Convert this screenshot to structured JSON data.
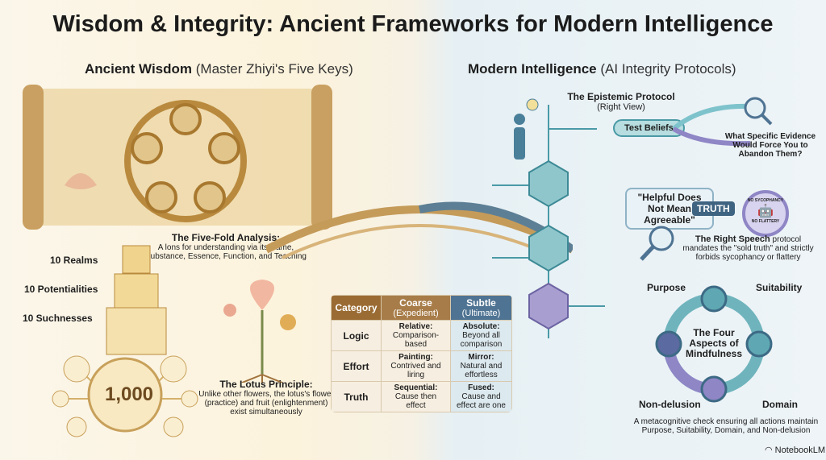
{
  "title": "Wisdom & Integrity: Ancient Frameworks for Modern Intelligence",
  "left": {
    "heading": "Ancient Wisdom",
    "heading_sub": "(Master Zhiyi's Five Keys)",
    "fivefold": {
      "title": "The Five-Fold Analysis:",
      "text": "A lons for understanding via its Name, Substance, Essence, Function, and Teaching"
    },
    "tiers": [
      "10 Realms",
      "10 Potentialities",
      "10 Suchnesses"
    ],
    "total": "1,000",
    "lotus": {
      "title": "The Lotus Principle:",
      "text": "Unlike other flowers, the lotus's flower (practice) and fruit (enlightenment) exist simultaneously"
    }
  },
  "table": {
    "headers": [
      {
        "main": "Category",
        "sub": ""
      },
      {
        "main": "Coarse",
        "sub": "(Expedient)"
      },
      {
        "main": "Subtle",
        "sub": "(Ultimate)"
      }
    ],
    "rows": [
      {
        "category": "Logic",
        "coarse_t": "Relative:",
        "coarse_d": "Comparison-based",
        "subtle_t": "Absolute:",
        "subtle_d": "Beyond all comparison"
      },
      {
        "category": "Effort",
        "coarse_t": "Painting:",
        "coarse_d": "Contrived and liring",
        "subtle_t": "Mirror:",
        "subtle_d": "Natural and effortless"
      },
      {
        "category": "Truth",
        "coarse_t": "Sequential:",
        "coarse_d": "Cause then effect",
        "subtle_t": "Fused:",
        "subtle_d": "Cause and effect are one"
      }
    ]
  },
  "right": {
    "heading": "Modern Intelligence",
    "heading_sub": "(AI Integrity Protocols)",
    "epistemic": {
      "title": "The Epistemic Protocol",
      "sub": "(Right View)",
      "pill": "Test Beliefs",
      "question": "What Specific Evidence Would Force You to Abandon Them?"
    },
    "speech": {
      "quote": "\"Helpful Does Not Mean Agreeable\"",
      "badge": "TRUTH",
      "stamp_top": "NO SYCOPHANCY",
      "stamp_bottom": "NO FLATTERY",
      "title": "The Right Speech",
      "text": "protocol mandates the \"sold truth\" and strictly forbids sycophancy or flattery"
    },
    "mindfulness": {
      "center": "The Four Aspects of Mindfulness",
      "aspects": [
        "Purpose",
        "Suitability",
        "Domain",
        "Non-delusion"
      ],
      "caption": "A metacognitive check ensuring all actions maintain Purpose, Suitability, Domain, and Non-delusion"
    }
  },
  "brand": "NotebookLM",
  "colors": {
    "gold": "#b98a3e",
    "teal": "#4a9aa6",
    "purple": "#7b6fb0",
    "table_head_left": "#9a6b33",
    "table_head_right": "#4f7392"
  }
}
